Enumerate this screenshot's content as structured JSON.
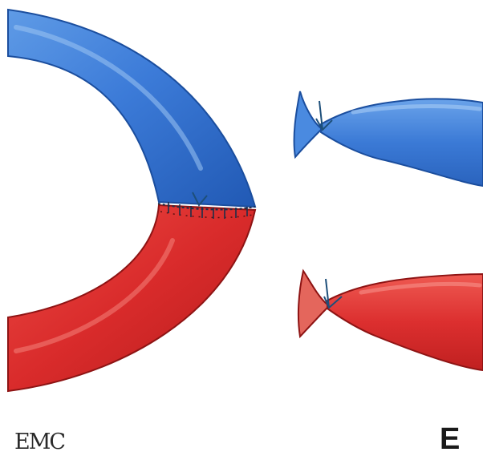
{
  "figure": {
    "panel_label": "E",
    "logo_text": "EMC",
    "colors": {
      "vein_blue": "#3b7ad6",
      "vein_blue_dark": "#1f56b0",
      "artery_red": "#d92b2b",
      "artery_red_dark": "#a51515",
      "suture": "#1d4f7a"
    },
    "elements": [
      "anastomosed-loop-vein-segment",
      "anastomosed-loop-artery-segment",
      "ligated-vein-stump",
      "ligated-artery-stump"
    ]
  }
}
